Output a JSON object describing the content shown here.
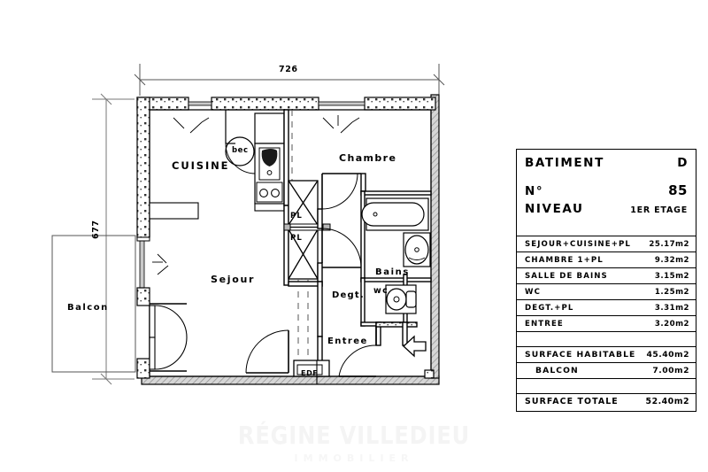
{
  "document": {
    "type": "floor-plan",
    "watermark_main": "RÉGINE VILLEDIEU",
    "watermark_sub": "IMMOBILIER"
  },
  "dimensions": {
    "horizontal": "726",
    "vertical": "677"
  },
  "plan_labels": {
    "cuisine": "CUISINE",
    "sejour": "Sejour",
    "chambre": "Chambre",
    "bains": "Bains",
    "wc": "wc",
    "degt": "Degt.",
    "entree": "Entree",
    "balcon": "Balcon",
    "bec": "bec",
    "placard_1": "PL",
    "placard_2": "PL",
    "edf": "EDF"
  },
  "info_table": {
    "header": {
      "building_label": "BATIMENT",
      "building_value": "D",
      "number_label": "N°",
      "number_value": "85",
      "level_label": "NIVEAU",
      "level_value": "1ER ETAGE"
    },
    "rows": [
      {
        "label": "SEJOUR+CUISINE+PL",
        "value": "25.17m2"
      },
      {
        "label": "CHAMBRE 1+PL",
        "value": "9.32m2"
      },
      {
        "label": "SALLE DE BAINS",
        "value": "3.15m2"
      },
      {
        "label": "WC",
        "value": "1.25m2"
      },
      {
        "label": "DEGT.+PL",
        "value": "3.31m2"
      },
      {
        "label": "ENTREE",
        "value": "3.20m2"
      }
    ],
    "summary": [
      {
        "label": "SURFACE HABITABLE",
        "value": "45.40m2"
      },
      {
        "label": "BALCON",
        "value": "7.00m2"
      }
    ],
    "total": {
      "label": "SURFACE TOTALE",
      "value": "52.40m2"
    }
  },
  "colors": {
    "line": "#000000",
    "wall_fill": "#b8b8b8",
    "watermark": "#f4f4f4",
    "background": "#ffffff"
  }
}
